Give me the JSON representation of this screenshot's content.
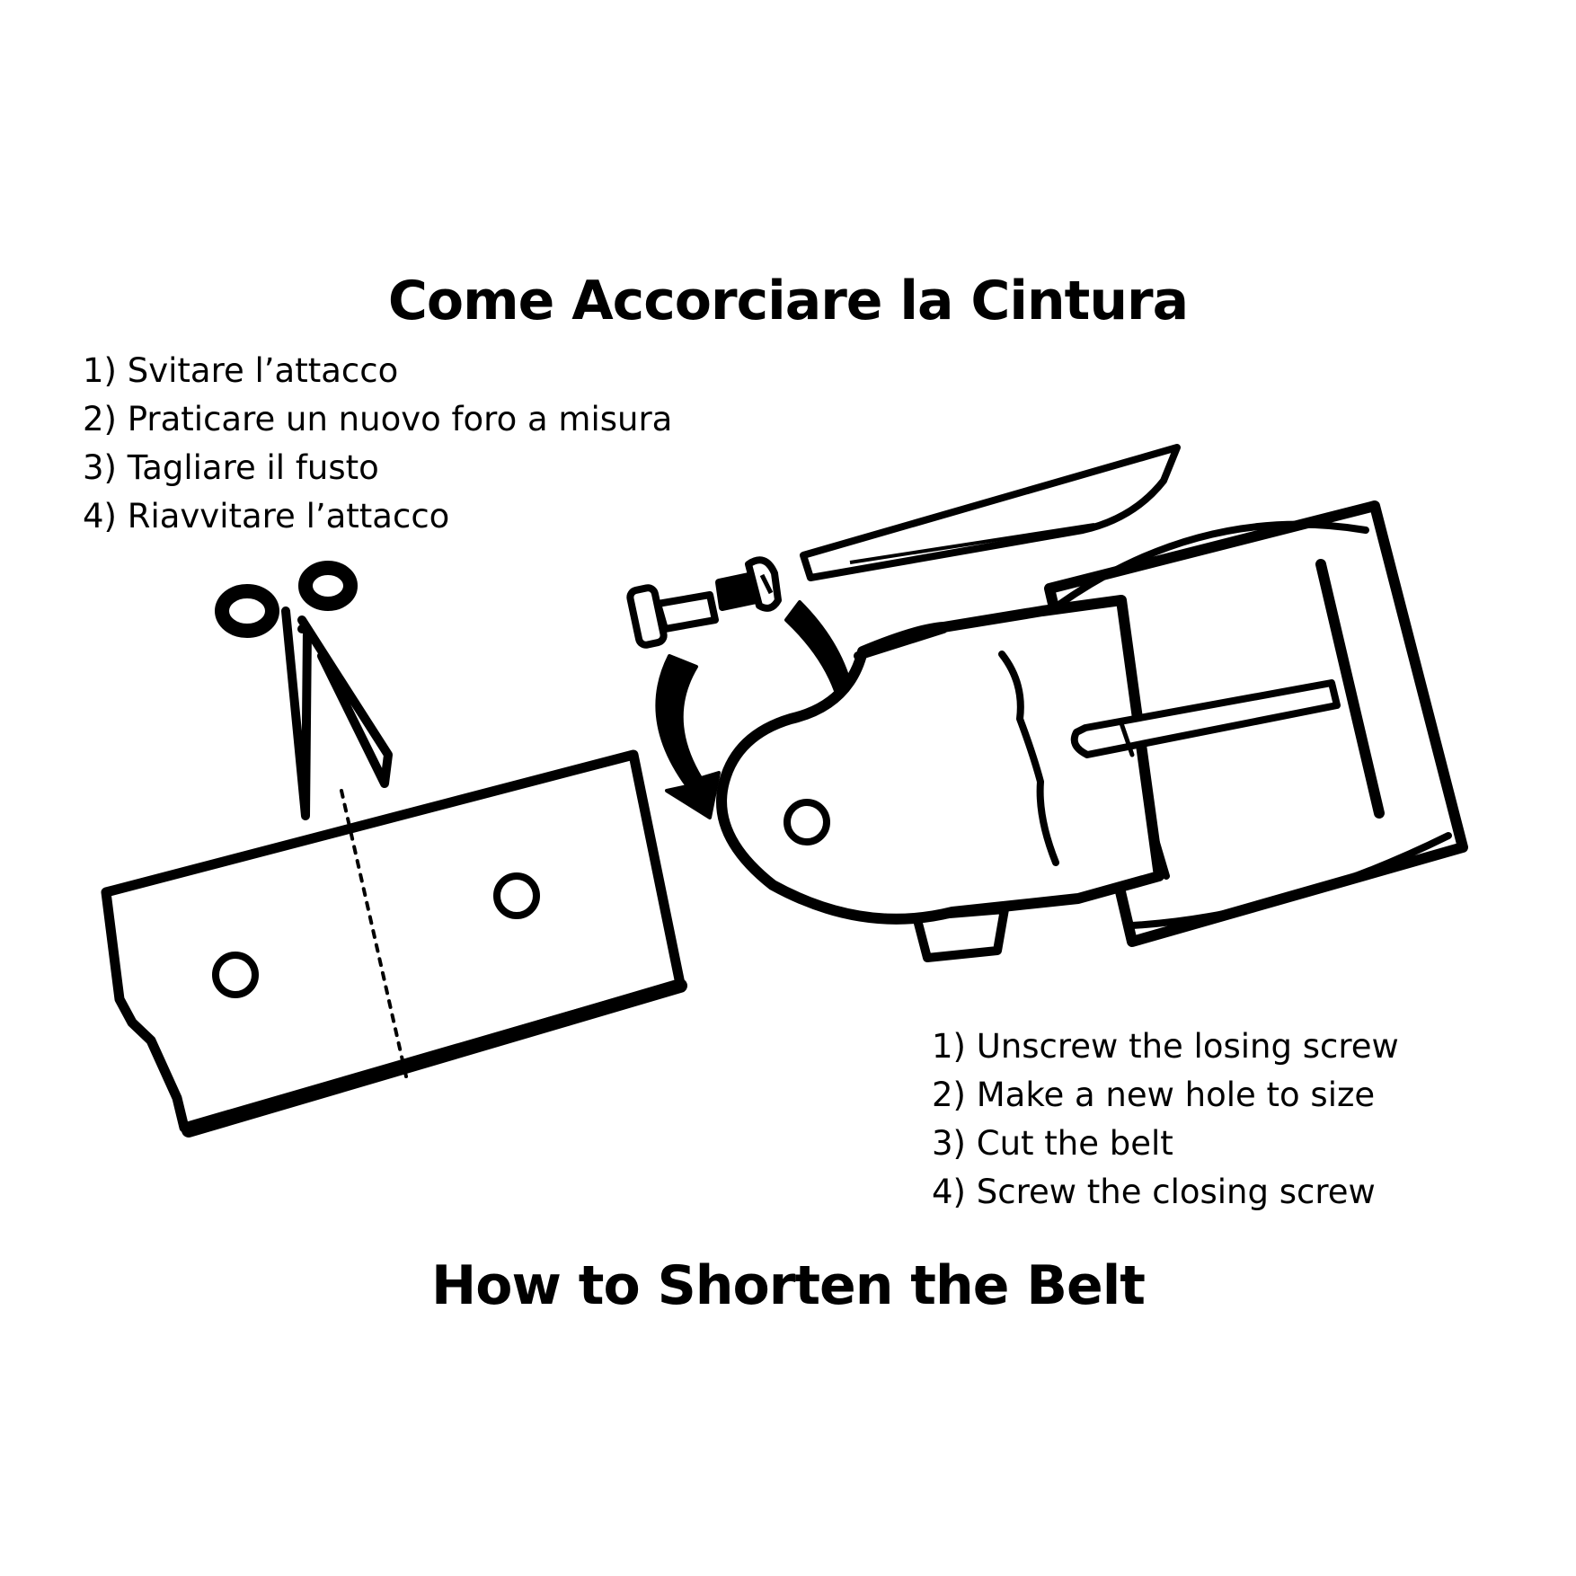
{
  "title_it": "Come Accorciare la Cintura",
  "steps_it": [
    "1) Svitare l’attacco",
    "2) Praticare un nuovo foro a misura",
    "3) Tagliare il fusto",
    "4) Riavvitare l’attacco"
  ],
  "steps_en": [
    "1) Unscrew the losing screw",
    "2) Make a new hole to size",
    "3) Cut the belt",
    "4) Screw the closing screw"
  ],
  "title_en": "How to Shorten the Belt",
  "colors": {
    "ink": "#000000",
    "background": "#ffffff"
  },
  "icons": [
    "scissors-icon",
    "screw-icon",
    "knife-icon",
    "rotate-arrow-icon",
    "belt-strap",
    "belt-buckle"
  ]
}
